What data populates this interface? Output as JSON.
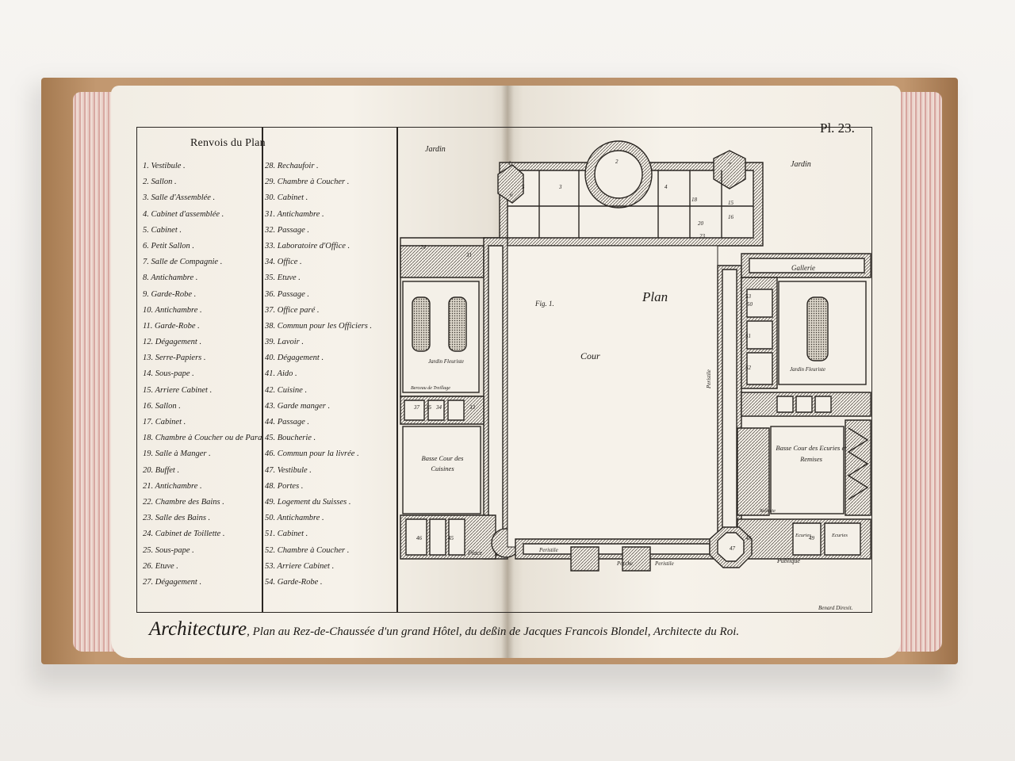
{
  "legend": {
    "title": "Renvois du Plan",
    "col1": [
      "1. Vestibule .",
      "2. Sallon .",
      "3. Salle d'Assemblée .",
      "4. Cabinet d'assemblée .",
      "5. Cabinet .",
      "6. Petit Sallon .",
      "7. Salle de Compagnie .",
      "8. Antichambre .",
      "9. Garde-Robe .",
      "10. Antichambre .",
      "11. Garde-Robe .",
      "12. Dégagement .",
      "13. Serre-Papiers .",
      "14. Sous-pape .",
      "15. Arriere Cabinet .",
      "16. Sallon .",
      "17. Cabinet .",
      "18. Chambre à Coucher ou de Para.",
      "19. Salle à Manger .",
      "20. Buffet .",
      "21. Antichambre .",
      "22. Chambre des Bains .",
      "23. Salle des Bains .",
      "24. Cabinet de Toillette .",
      "25. Sous-pape .",
      "26. Etuve .",
      "27. Dégagement ."
    ],
    "col2": [
      "28. Rechaufoir .",
      "29. Chambre à Coucher .",
      "30. Cabinet .",
      "31. Antichambre .",
      "32. Passage .",
      "33. Laboratoire d'Office .",
      "34. Office .",
      "35. Etuve .",
      "36. Passage .",
      "37. Office paré .",
      "38. Commun pour les Officiers .",
      "39. Lavoir .",
      "40. Dégagement .",
      "41. Aido .",
      "42. Cuisine .",
      "43. Garde manger .",
      "44. Passage .",
      "45. Boucherie .",
      "46. Commun pour la livrée .",
      "47. Vestibule .",
      "48. Portes .",
      "49. Logement du Suisses .",
      "50. Antichambre .",
      "51. Cabinet .",
      "52. Chambre à Coucher .",
      "53. Arriere Cabinet .",
      "54. Garde-Robe ."
    ]
  },
  "plate_number": "Pl. 23.",
  "caption": {
    "lead": "Architecture",
    "rest": ", Plan au Rez-de-Chaussée d'un grand Hôtel, du deßin de Jacques Francois Blondel, Architecte du Roi."
  },
  "engraver": "Benard Direxit.",
  "plan": {
    "jardin_left": "Jardin",
    "jardin_right": "Jardin",
    "title": "Plan",
    "fig": "Fig. 1.",
    "cour": "Cour",
    "gallerie": "Gallerie",
    "jardin_fleuriste_left": "Jardin Fleuriste",
    "berceau": "Berceau de Treillage",
    "jardin_fleuriste_right": "Jardin Fleuriste",
    "basse_cour_cuisines": "Basse Cour des Cuisines",
    "basse_cour_ecuries": "Basse Cour des Ecuries et Remises",
    "peristile_left": "Peristile",
    "porche": "Porche",
    "peristile_right": "Peristile",
    "peristile_vertical": "Peristile",
    "place": "Place",
    "publique": "Publique",
    "sellerie": "Sellerie",
    "ecuries_a": "Ecuries",
    "ecuries_b": "Ecuries",
    "numbers": [
      "1",
      "2",
      "3",
      "4",
      "5",
      "6",
      "7",
      "15",
      "16",
      "18",
      "20",
      "23",
      "24",
      "31",
      "33",
      "34",
      "35",
      "37",
      "45",
      "46",
      "47",
      "48",
      "49",
      "50",
      "51",
      "52",
      "53"
    ]
  },
  "colors": {
    "ink": "#1f1c19",
    "paper": "#f4f0e8",
    "binding": "#b8906a",
    "page_edge": "#d8a9a2"
  }
}
